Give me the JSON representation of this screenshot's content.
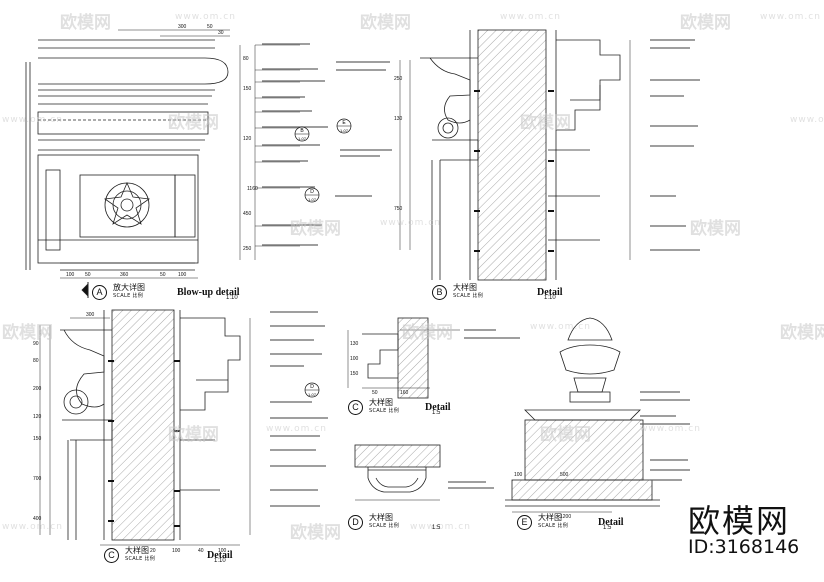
{
  "watermark": {
    "brand": "欧模网",
    "url": "www.om.cn"
  },
  "brand_logo": {
    "name": "欧模网",
    "id_text": "ID:3168146"
  },
  "details": {
    "A": {
      "letter": "A",
      "cn": "放大详图",
      "scale": "SCALE 比例",
      "en": "Blow-up detail",
      "ratio": "1:10"
    },
    "B": {
      "letter": "B",
      "cn": "大样图",
      "scale": "SCALE 比例",
      "en": "Detail",
      "ratio": "1:10"
    },
    "C1": {
      "letter": "C",
      "cn": "大样图",
      "scale": "SCALE 比例",
      "en": "Detail",
      "ratio": "1:10"
    },
    "C2": {
      "letter": "C",
      "cn": "大样图",
      "scale": "SCALE 比例",
      "en": "Detail",
      "ratio": "1:5"
    },
    "D": {
      "letter": "D",
      "cn": "大样图",
      "scale": "SCALE 比例",
      "en": "",
      "ratio": "1:5"
    },
    "E": {
      "letter": "E",
      "cn": "大样图",
      "scale": "SCALE 比例",
      "en": "Detail",
      "ratio": "1:5"
    }
  },
  "dimensions": {
    "a_top": [
      "300",
      "50",
      "30"
    ],
    "a_bottom": [
      "100",
      "50",
      "360",
      "50",
      "100"
    ],
    "a_right": [
      "80",
      "150",
      "120",
      "1160",
      "450",
      "250"
    ],
    "b_left": [
      "250",
      "130",
      "750"
    ],
    "c_top": [
      "300"
    ],
    "c_left": [
      "90",
      "80",
      "200",
      "120",
      "150",
      "700",
      "400"
    ],
    "c_bottom": [
      "20",
      "100",
      "40",
      "100"
    ],
    "c2_dims": [
      "130",
      "100",
      "150",
      "50",
      "160"
    ],
    "e_bottom": [
      "100",
      "500",
      "1200"
    ]
  },
  "tags": {
    "a1": "B",
    "a1_ref": "1-07",
    "a2": "C",
    "a2_ref": "1-07",
    "a3": "D",
    "a3_ref": "1-07",
    "b1": "E",
    "b1_ref": "1-07",
    "c1": "D",
    "c1_ref": "1-07"
  }
}
